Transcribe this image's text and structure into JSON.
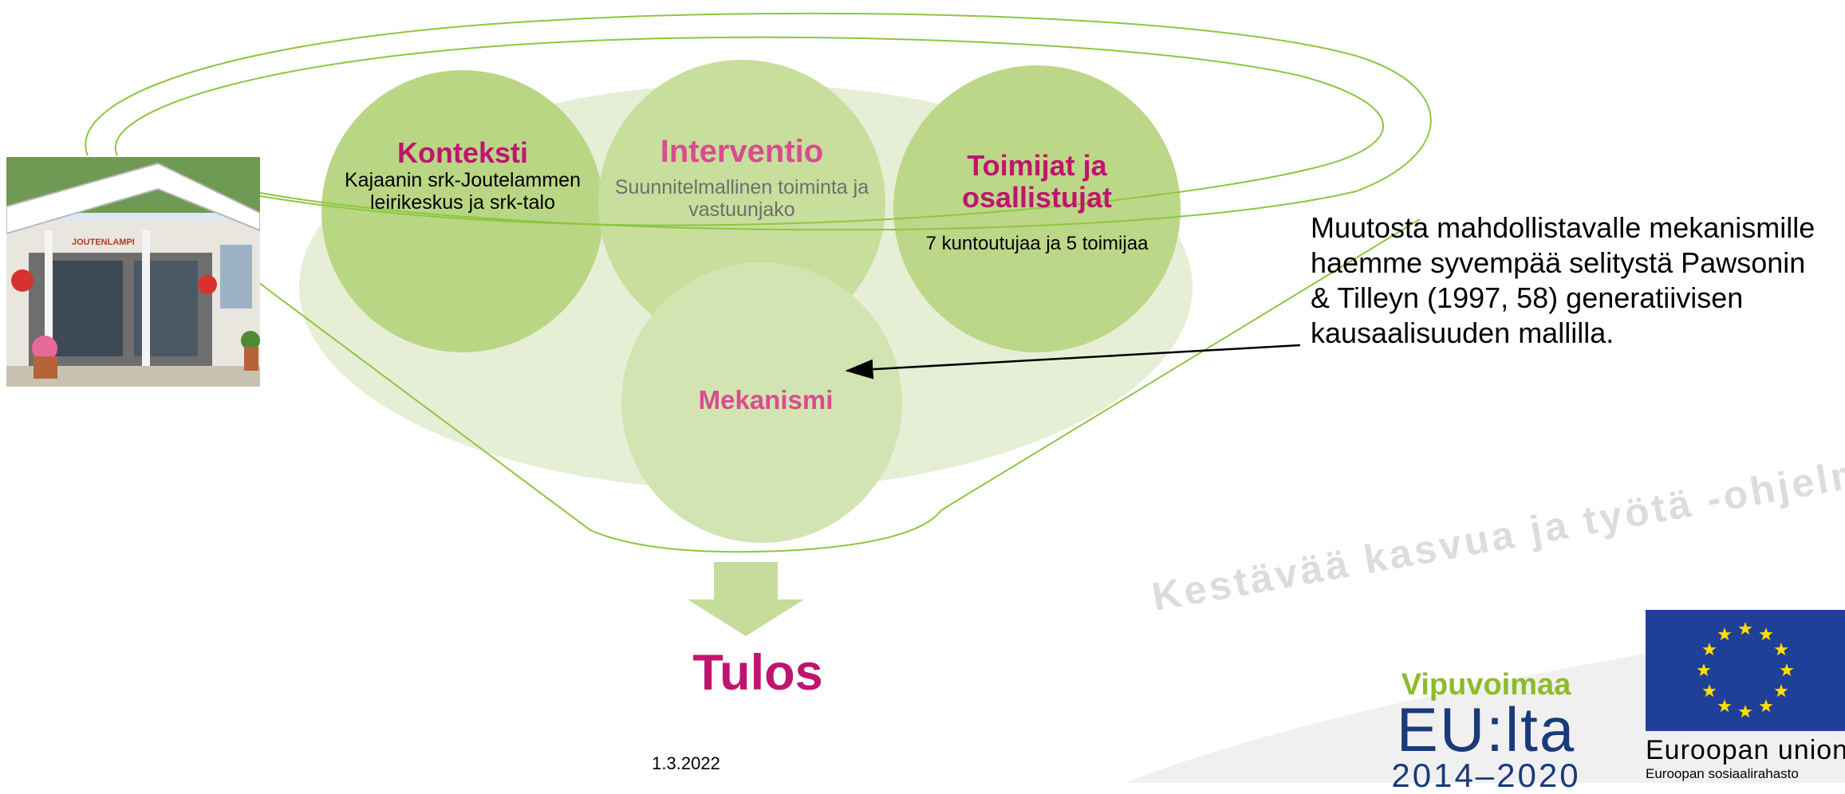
{
  "circles": {
    "konteksti": {
      "title": "Konteksti",
      "body": "Kajaanin srk-Joutelammen leirikeskus ja srk-talo"
    },
    "interventio": {
      "title": "Interventio",
      "body": "Suunnitelmallinen toiminta ja vastuunjako"
    },
    "toimijat": {
      "title": "Toimijat ja osallistujat",
      "body": "7 kuntoutujaa ja 5 toimijaa"
    },
    "mekanismi": {
      "title": "Mekanismi"
    }
  },
  "result_label": "Tulos",
  "note": "Muutosta mahdollistavalle mekanismille haemme syvempää selitystä Pawsonin & Tilleyn (1997, 58) generatiivisen kausaalisuuden mallilla.",
  "date": "1.3.2022",
  "photo_sign": "JOUTENLAMPI",
  "slogan": "Kestävää kasvua ja työtä -ohjelma",
  "logo": {
    "title": "Vipuvoimaa",
    "eu": "EU:lta",
    "years": "2014–2020"
  },
  "eu": {
    "name": "Euroopan unioni",
    "sub": "Euroopan sosiaalirahasto"
  },
  "colors": {
    "accent_magenta": "#c0146f",
    "accent_pink": "#d94c8f",
    "circle_green": "#c5dc9a",
    "outline_green": "#8dc63f",
    "eu_blue": "#1f3f99",
    "eu_star": "#ffdd00"
  }
}
